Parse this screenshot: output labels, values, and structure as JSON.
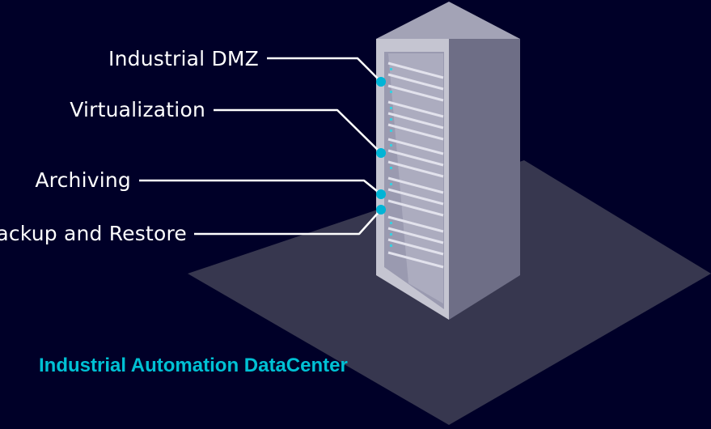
{
  "caption": "Industrial Automation DataCenter",
  "callouts": [
    {
      "id": "dmz",
      "label": "Industrial DMZ"
    },
    {
      "id": "virtualization",
      "label": "Virtualization"
    },
    {
      "id": "archiving",
      "label": "Archiving"
    },
    {
      "id": "backup",
      "label": "Backup and Restore"
    }
  ],
  "colors": {
    "background": "#000028",
    "floor": "#37374f",
    "rack_front_frame": "#c5c5d1",
    "rack_side": "#6e6e86",
    "rack_top": "#a3a3b6",
    "callout_line": "#ffffff",
    "callout_dot": "#00b4d6",
    "caption": "#00c1d4"
  }
}
